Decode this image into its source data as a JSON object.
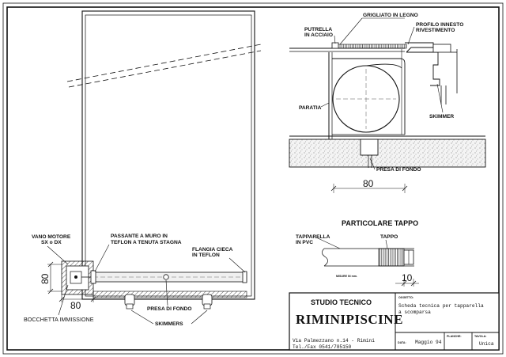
{
  "labels": {
    "grigliato": "GRIGLIATO IN LEGNO",
    "putrella_1": "PUTRELLA",
    "putrella_2": "IN ACCIAIO",
    "profilo_1": "PROFILO INNESTO",
    "profilo_2": "RIVESTIMENTO",
    "paratia": "PARATIA",
    "skimmer": "SKIMMER",
    "presa_fondo_section": "PRESA DI FONDO",
    "dim_80_section": "80",
    "particolare_tappo": "PARTICOLARE TAPPO",
    "tapparella_1": "TAPPARELLA",
    "tapparella_2": "IN PVC",
    "tappo": "TAPPO",
    "misure": "MISURE IN mm.",
    "dim_10": "10",
    "vano_motore_1": "VANO MOTORE",
    "vano_motore_2": "SX o DX",
    "passante_1": "PASSANTE A MURO IN",
    "passante_2": "TEFLON A TENUTA STAGNA",
    "flangia_1": "FLANGIA CIECA",
    "flangia_2": "IN TEFLON",
    "dim_80_vertical": "80",
    "dim_80_horizontal": "80",
    "bocchetta": "BOCCHETTA IMMISSIONE",
    "presa_fondo_plan": "PRESA DI FONDO",
    "skimmers": "SKIMMERS"
  },
  "title_block": {
    "studio": "STUDIO TECNICO",
    "brand": "RIMINIPISCINE",
    "address": "Via Palmezzano n.14 - Rimini",
    "phone": "Tel./Fax 0541/785150",
    "oggetto_label": "OGGETTO:",
    "oggetto_line1": "Scheda tecnica per tapparella",
    "oggetto_line2": "a scomparsa",
    "data_label": "DATA:",
    "data_value": "Maggio 94",
    "planche_label": "PLANCHE:",
    "tavola_label": "TAVOLA:",
    "tavola_value": "Unica"
  }
}
